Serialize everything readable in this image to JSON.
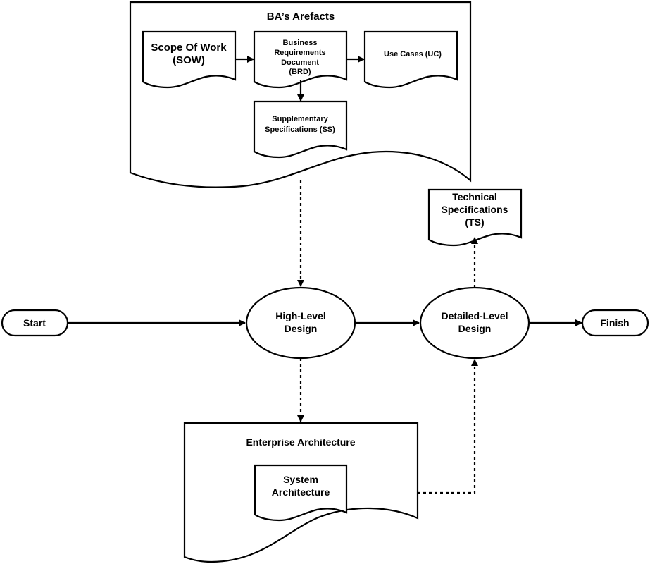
{
  "diagram": {
    "ba_artefacts": {
      "title": "BA’s Arefacts"
    },
    "sow": {
      "line1": "Scope Of Work",
      "line2": "(SOW)"
    },
    "brd": {
      "line1": "Business",
      "line2": "Requirements",
      "line3": "Document",
      "line4": "(BRD)"
    },
    "uc": {
      "label": "Use Cases (UC)"
    },
    "ss": {
      "line1": "Supplementary",
      "line2": "Specifications (SS)"
    },
    "ts": {
      "line1": "Technical",
      "line2": "Specifications",
      "line3": "(TS)"
    },
    "start": {
      "label": "Start"
    },
    "high_level": {
      "line1": "High-Level",
      "line2": "Design"
    },
    "detailed_level": {
      "line1": "Detailed-Level",
      "line2": "Design"
    },
    "finish": {
      "label": "Finish"
    },
    "enterprise": {
      "title": "Enterprise Architecture"
    },
    "system_arch": {
      "line1": "System",
      "line2": "Architecture"
    }
  }
}
